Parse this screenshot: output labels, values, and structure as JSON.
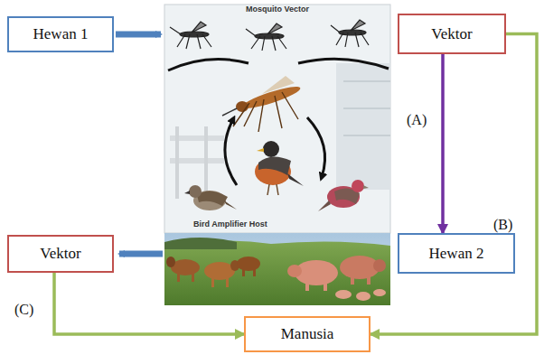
{
  "diagram": {
    "nodes": [
      {
        "text": [
          "Hewan 1"
        ]
      },
      {
        "text": [
          "Vektor"
        ]
      },
      {
        "text": [
          "Vektor"
        ]
      },
      {
        "text": [
          "Hewan 2"
        ]
      },
      {
        "text": [
          "Manusia"
        ]
      }
    ],
    "edges": [
      {
        "from": 1,
        "to": 3,
        "label": "(A)",
        "arrow": "to"
      },
      {
        "from": 1,
        "to": 4,
        "label": "(B)",
        "arrow": "to"
      },
      {
        "from": 2,
        "to": 4,
        "label": "(C)",
        "arrow": "to"
      }
    ],
    "labels": [
      "Mosquito Vector",
      "Bird Amplifier Host"
    ]
  }
}
